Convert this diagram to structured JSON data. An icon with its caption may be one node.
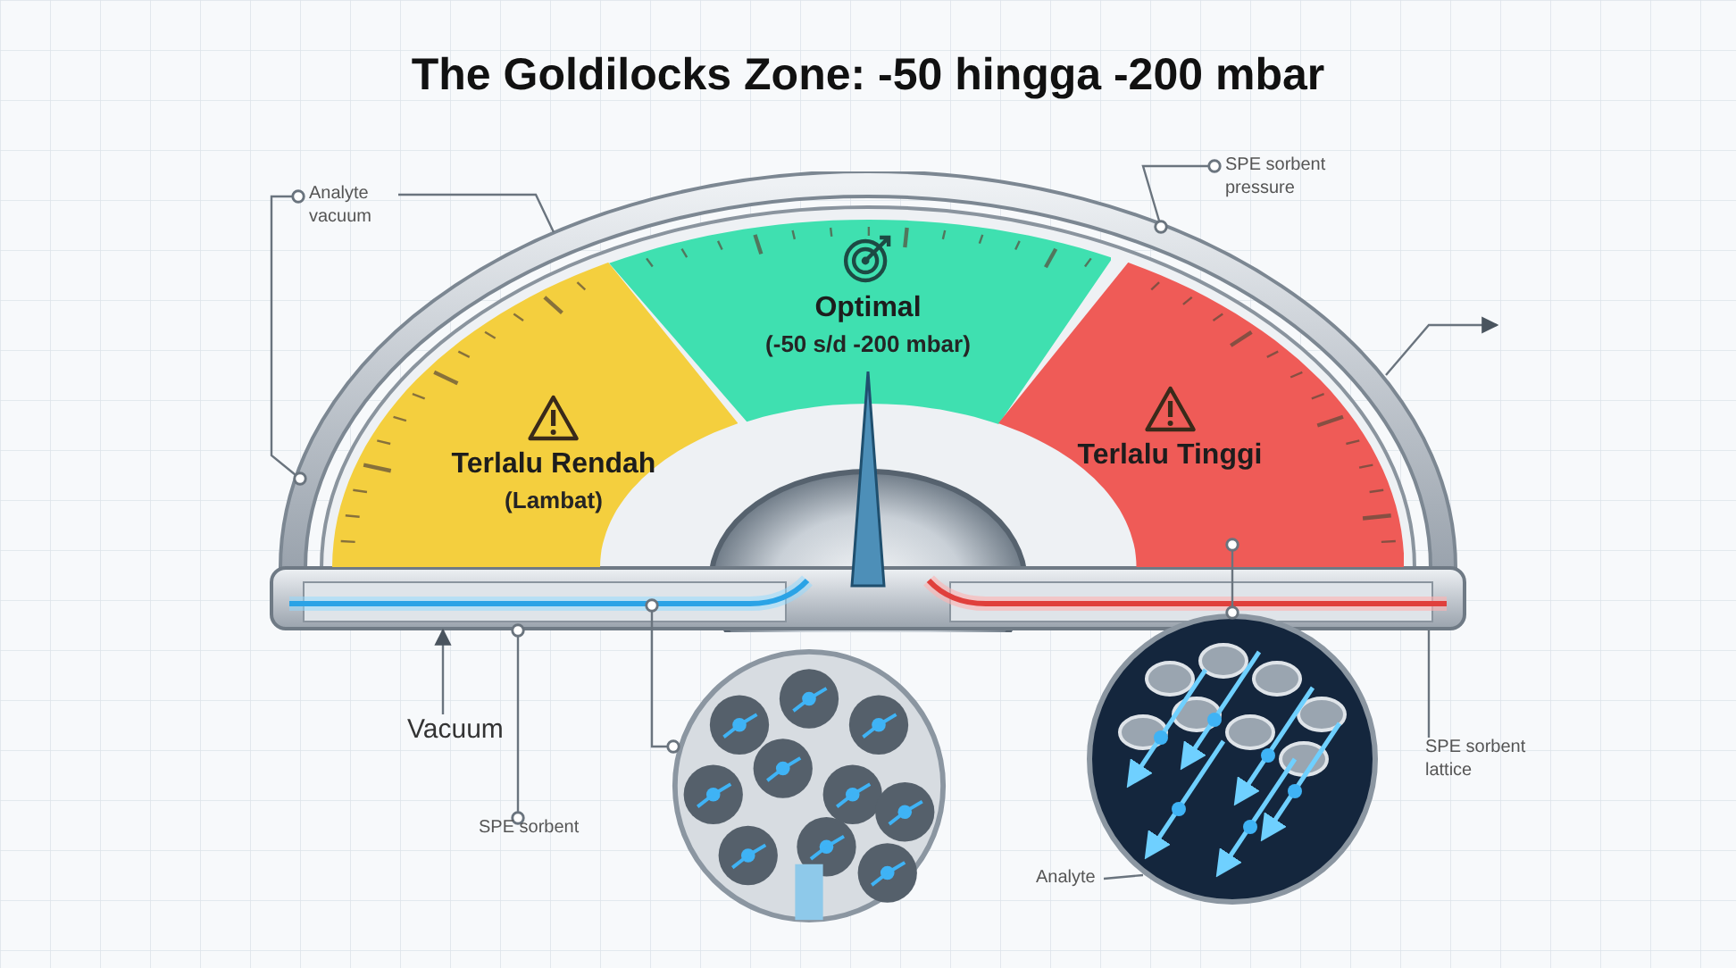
{
  "diagram": {
    "title": "The Goldilocks Zone: -50 hingga -200 mbar",
    "nodes": [
      {
        "text": [],
        "shape": "picture"
      },
      {
        "text": [
          "Terlalu Rendah",
          "(Lambat)"
        ],
        "in": 0
      },
      {
        "text": [
          "Optimal",
          "(-50 s/d -200 mbar)"
        ],
        "in": 0
      },
      {
        "text": [
          "Terlalu Tinggi"
        ],
        "in": 0
      },
      {
        "text": [],
        "shape": "picture"
      },
      {
        "text": [],
        "shape": "picture"
      },
      {
        "text": [
          "Analyte vacuum"
        ]
      },
      {
        "text": [
          "SPE sorbent pressure"
        ]
      },
      {
        "text": [
          "Vacuum"
        ]
      },
      {
        "text": [
          "SPE sorbent"
        ]
      },
      {
        "text": [
          "SPE sorbent lattice"
        ]
      },
      {
        "text": [
          "Analyte"
        ]
      }
    ],
    "edges": [
      {
        "from": 6,
        "to": 0,
        "arrow": "other"
      },
      {
        "from": 6,
        "to": 0,
        "arrow": "none"
      },
      {
        "from": 7,
        "to": 0,
        "arrow": "other"
      },
      {
        "from": 0,
        "to": null,
        "arrow": "to"
      },
      {
        "from": 8,
        "to": 0,
        "arrow": "to"
      },
      {
        "from": 9,
        "to": 0,
        "arrow": "other"
      },
      {
        "from": 0,
        "to": 4,
        "arrow": "other"
      },
      {
        "from": 3,
        "to": 5,
        "arrow": "other"
      },
      {
        "from": 10,
        "to": 0,
        "arrow": "none"
      },
      {
        "from": 11,
        "to": 5,
        "arrow": "none"
      }
    ]
  }
}
